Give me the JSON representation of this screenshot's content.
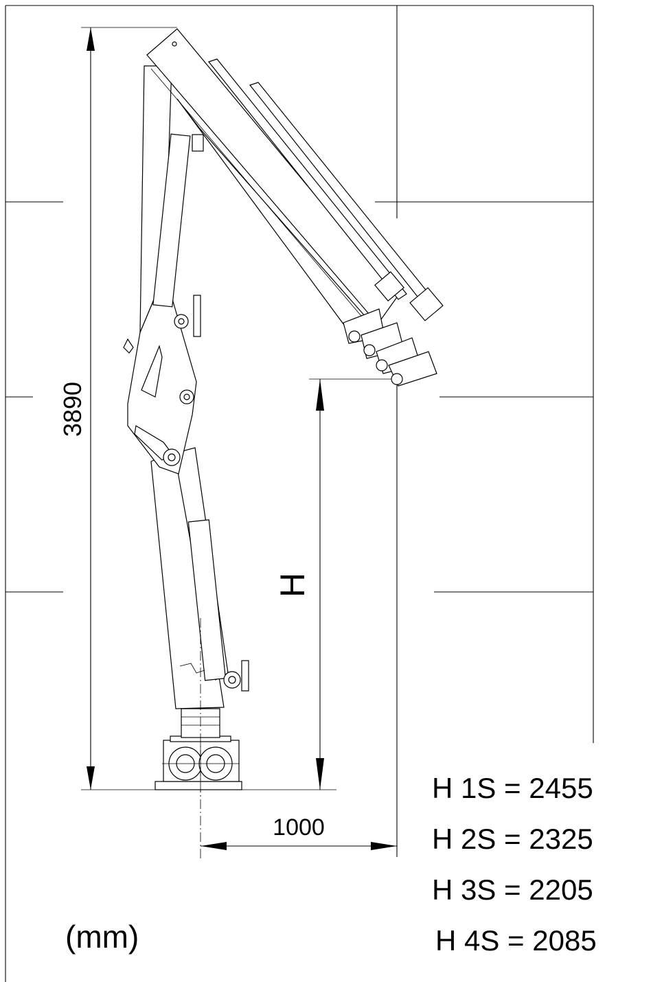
{
  "dimensions": {
    "total_height": "3890",
    "reach": "1000",
    "height_symbol": "H"
  },
  "unit": "(mm)",
  "heights": [
    {
      "label": "H 1S = 2455"
    },
    {
      "label": "H 2S = 2325"
    },
    {
      "label": "H 3S = 2205"
    },
    {
      "label": "H 4S = 2085"
    }
  ]
}
